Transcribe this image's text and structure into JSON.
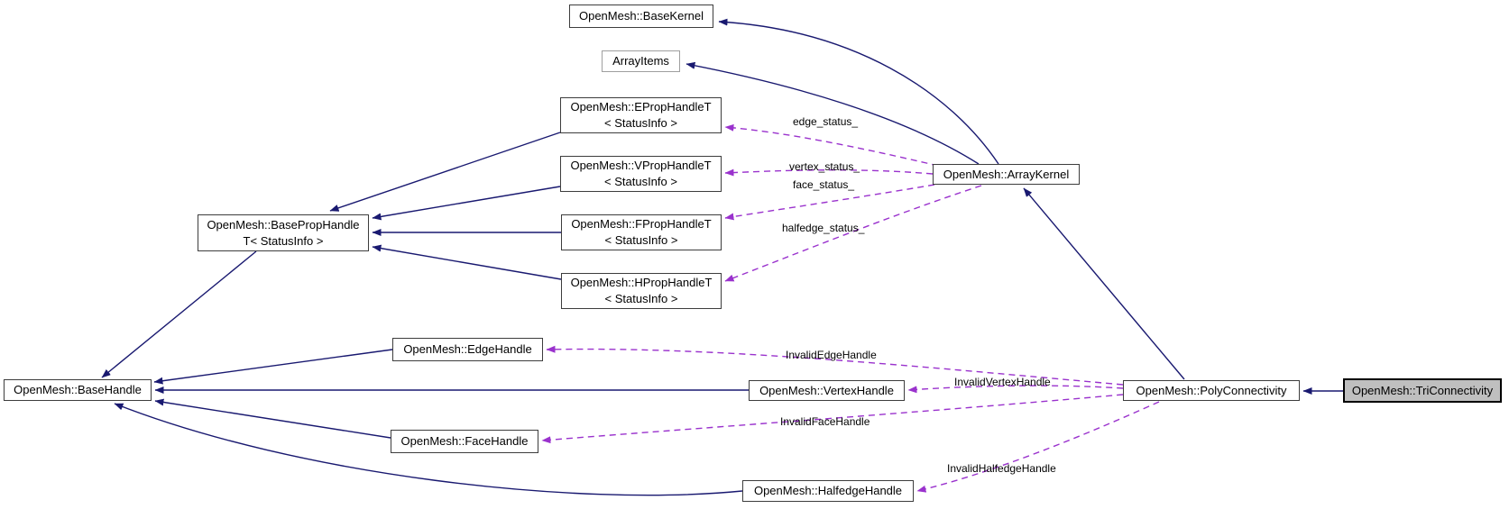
{
  "diagram": {
    "nodes": {
      "basekernel": {
        "label": "OpenMesh::BaseKernel"
      },
      "arrayitems": {
        "label": "ArrayItems"
      },
      "eprop": {
        "line1": "OpenMesh::EPropHandleT",
        "line2": "< StatusInfo >"
      },
      "vprop": {
        "line1": "OpenMesh::VPropHandleT",
        "line2": "< StatusInfo >"
      },
      "fprop": {
        "line1": "OpenMesh::FPropHandleT",
        "line2": "< StatusInfo >"
      },
      "hprop": {
        "line1": "OpenMesh::HPropHandleT",
        "line2": "< StatusInfo >"
      },
      "baseprop": {
        "line1": "OpenMesh::BasePropHandle",
        "line2": "T< StatusInfo >"
      },
      "arraykernel": {
        "label": "OpenMesh::ArrayKernel"
      },
      "basehandle": {
        "label": "OpenMesh::BaseHandle"
      },
      "edgehandle": {
        "label": "OpenMesh::EdgeHandle"
      },
      "vertexhandle": {
        "label": "OpenMesh::VertexHandle"
      },
      "facehandle": {
        "label": "OpenMesh::FaceHandle"
      },
      "halfedgehandle": {
        "label": "OpenMesh::HalfedgeHandle"
      },
      "polyconnectivity": {
        "label": "OpenMesh::PolyConnectivity"
      },
      "triconnectivity": {
        "label": "OpenMesh::TriConnectivity"
      }
    },
    "edge_labels": {
      "edge_status": "edge_status_",
      "vertex_status": "vertex_status_",
      "face_status": "face_status_",
      "halfedge_status": "halfedge_status_",
      "invalid_edge": "InvalidEdgeHandle",
      "invalid_vertex": "InvalidVertexHandle",
      "invalid_face": "InvalidFaceHandle",
      "invalid_halfedge": "InvalidHalfedgeHandle"
    },
    "colors": {
      "inheritance_edge": "#191970",
      "usage_edge": "#9a32cd",
      "selected_node_fill": "#bfbfbf",
      "node_border": "#3d3d3d",
      "undocumented_border": "#9f9f9f"
    }
  }
}
